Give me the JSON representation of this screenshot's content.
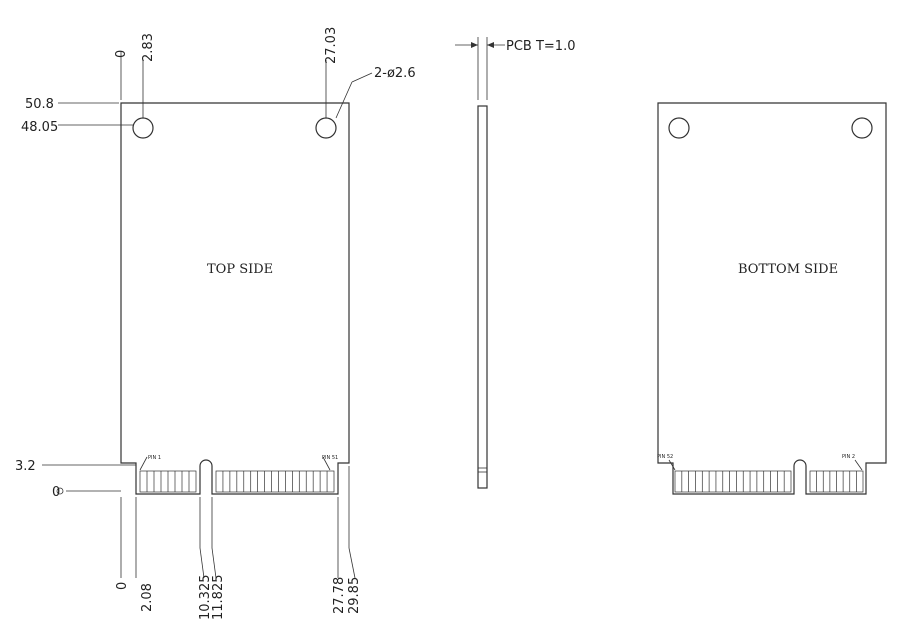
{
  "top_view": {
    "title": "TOP SIDE",
    "dims_top": [
      "0",
      "2.83",
      "27.03"
    ],
    "dims_left": [
      "50.8",
      "48.05",
      "3.2",
      "0"
    ],
    "dims_bottom": [
      "0",
      "2.08",
      "10.325",
      "11.825",
      "27.78",
      "29.85"
    ],
    "hole_callout": "2-ø2.6",
    "pin_first": "PIN 1",
    "pin_last": "PIN 51"
  },
  "side_view": {
    "thickness_label": "PCB  T=1.0"
  },
  "bottom_view": {
    "title": "BOTTOM SIDE",
    "pin_first": "PIN 52",
    "pin_last": "PIN 2"
  }
}
